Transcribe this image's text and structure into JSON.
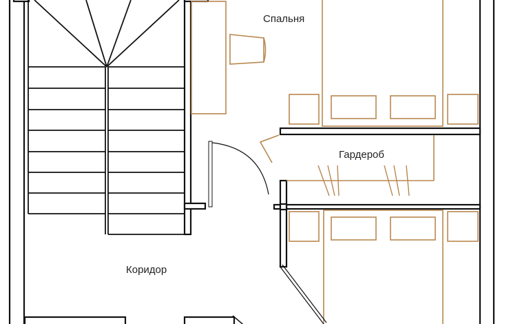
{
  "rooms": {
    "bedroom": "Спальня",
    "wardrobe": "Гардероб",
    "corridor": "Коридор"
  },
  "colors": {
    "wall": "#111111",
    "furniture": "#b8874f",
    "background": "#ffffff"
  }
}
